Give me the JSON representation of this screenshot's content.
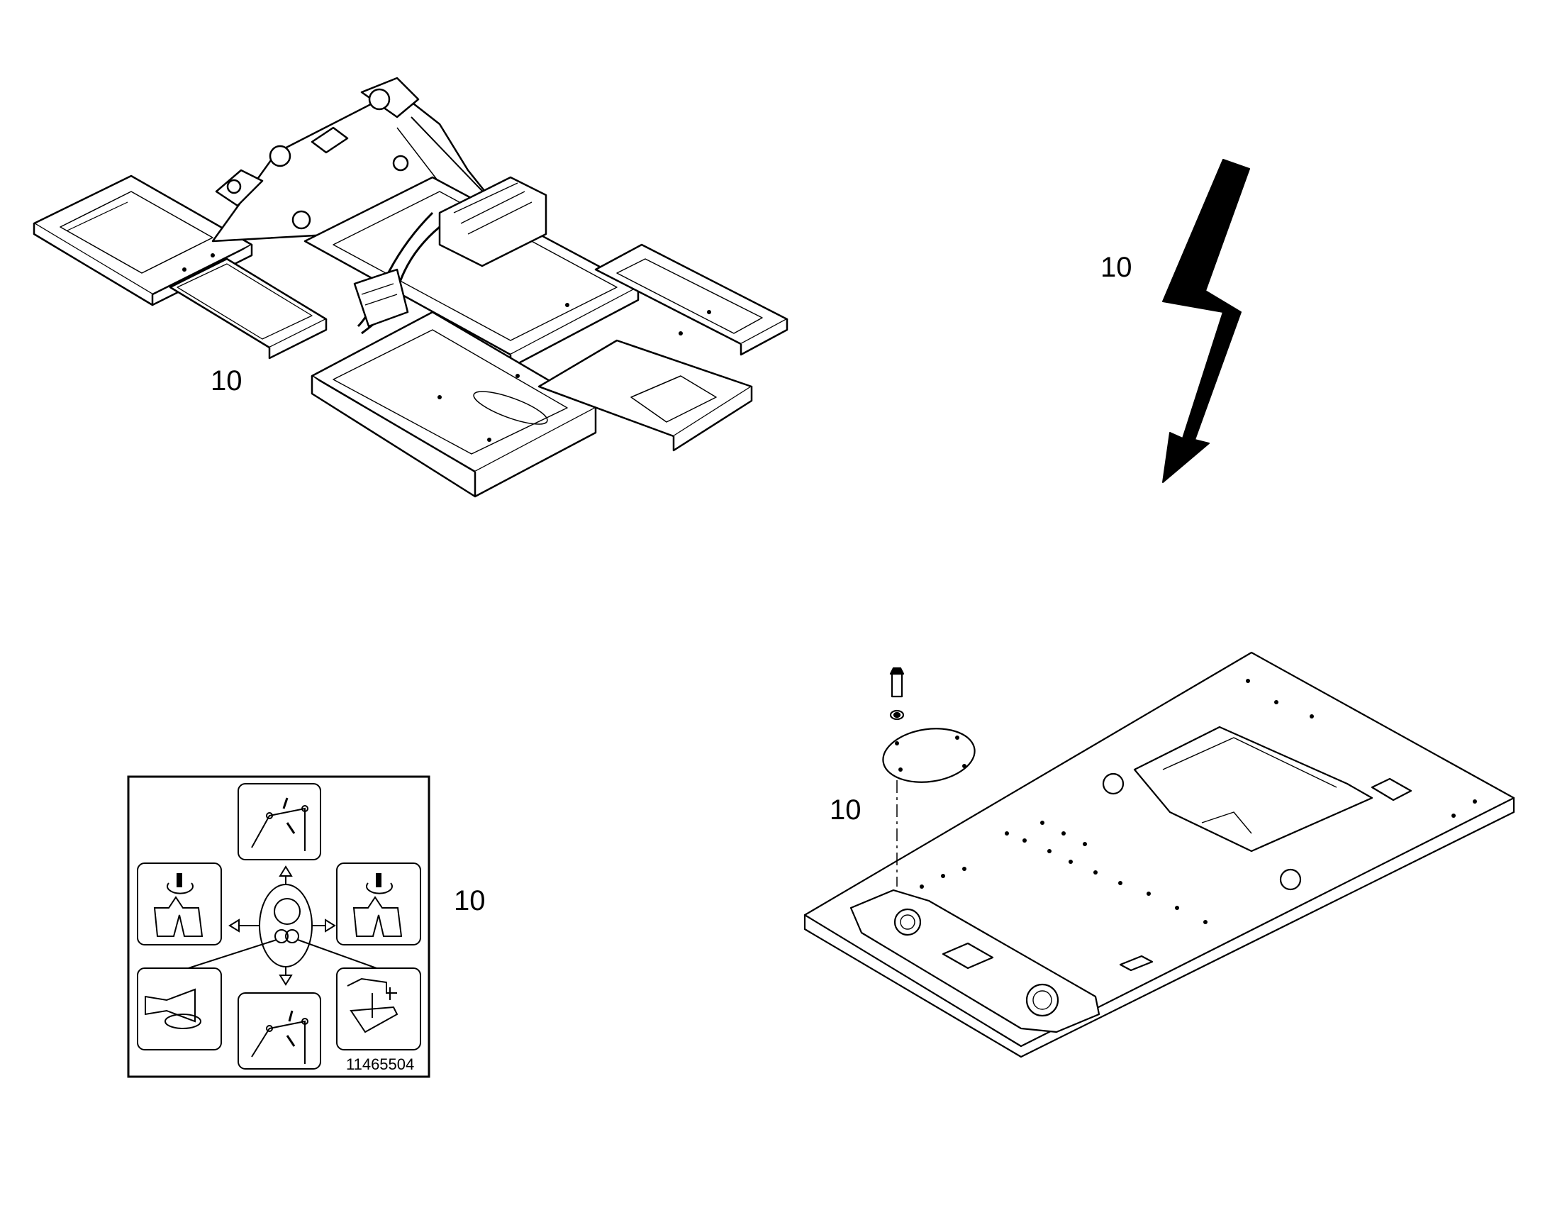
{
  "callouts": {
    "frame_callout": "10",
    "arrow_callout": "10",
    "decal_callout": "10",
    "plate_callout": "10"
  },
  "decal": {
    "part_number": "11465504"
  },
  "icons": {
    "frame": "machine-frame-assembly-icon",
    "arrow": "lightning-arrow-icon",
    "decal": "joystick-control-decal-icon",
    "plate": "floor-plate-assembly-icon"
  }
}
